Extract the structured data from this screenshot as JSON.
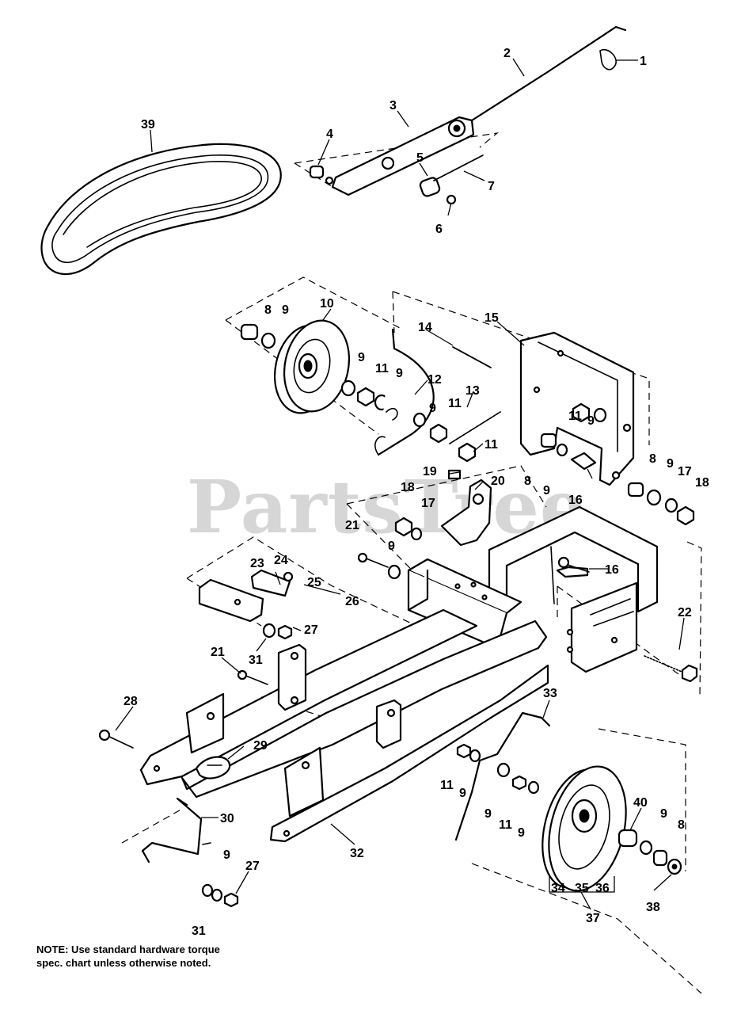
{
  "watermark": "PartsTree",
  "note": "NOTE: Use standard hardware torque spec. chart unless otherwise noted.",
  "callouts": [
    {
      "id": "c1",
      "label": "1"
    },
    {
      "id": "c2",
      "label": "2"
    },
    {
      "id": "c3",
      "label": "3"
    },
    {
      "id": "c4",
      "label": "4"
    },
    {
      "id": "c5",
      "label": "5"
    },
    {
      "id": "c6",
      "label": "6"
    },
    {
      "id": "c7",
      "label": "7"
    },
    {
      "id": "c39",
      "label": "39"
    },
    {
      "id": "c8a",
      "label": "8"
    },
    {
      "id": "c9a",
      "label": "9"
    },
    {
      "id": "c10",
      "label": "10"
    },
    {
      "id": "c14",
      "label": "14"
    },
    {
      "id": "c15",
      "label": "15"
    },
    {
      "id": "c9b",
      "label": "9"
    },
    {
      "id": "c11a",
      "label": "11"
    },
    {
      "id": "c9c",
      "label": "9"
    },
    {
      "id": "c12",
      "label": "12"
    },
    {
      "id": "c9d",
      "label": "9"
    },
    {
      "id": "c11b",
      "label": "11"
    },
    {
      "id": "c13",
      "label": "13"
    },
    {
      "id": "c11c",
      "label": "11"
    },
    {
      "id": "c11d",
      "label": "11"
    },
    {
      "id": "c9e",
      "label": "9"
    },
    {
      "id": "c8b",
      "label": "8"
    },
    {
      "id": "c9f",
      "label": "9"
    },
    {
      "id": "c16a",
      "label": "16"
    },
    {
      "id": "c8c",
      "label": "8"
    },
    {
      "id": "c9g",
      "label": "9"
    },
    {
      "id": "c17a",
      "label": "17"
    },
    {
      "id": "c18a",
      "label": "18"
    },
    {
      "id": "c19",
      "label": "19"
    },
    {
      "id": "c20",
      "label": "20"
    },
    {
      "id": "c18b",
      "label": "18"
    },
    {
      "id": "c17b",
      "label": "17"
    },
    {
      "id": "c21a",
      "label": "21"
    },
    {
      "id": "c9h",
      "label": "9"
    },
    {
      "id": "c23",
      "label": "23"
    },
    {
      "id": "c24",
      "label": "24"
    },
    {
      "id": "c25",
      "label": "25"
    },
    {
      "id": "c26",
      "label": "26"
    },
    {
      "id": "c16b",
      "label": "16"
    },
    {
      "id": "c22",
      "label": "22"
    },
    {
      "id": "c27a",
      "label": "27"
    },
    {
      "id": "c31a",
      "label": "31"
    },
    {
      "id": "c21b",
      "label": "21"
    },
    {
      "id": "c28",
      "label": "28"
    },
    {
      "id": "c29",
      "label": "29"
    },
    {
      "id": "c33",
      "label": "33"
    },
    {
      "id": "c11e",
      "label": "11"
    },
    {
      "id": "c9i",
      "label": "9"
    },
    {
      "id": "c9j",
      "label": "9"
    },
    {
      "id": "c11f",
      "label": "11"
    },
    {
      "id": "c9k",
      "label": "9"
    },
    {
      "id": "c40",
      "label": "40"
    },
    {
      "id": "c9l",
      "label": "9"
    },
    {
      "id": "c8d",
      "label": "8"
    },
    {
      "id": "c30",
      "label": "30"
    },
    {
      "id": "c32",
      "label": "32"
    },
    {
      "id": "c9m",
      "label": "9"
    },
    {
      "id": "c27b",
      "label": "27"
    },
    {
      "id": "c31b",
      "label": "31"
    },
    {
      "id": "c34",
      "label": "34"
    },
    {
      "id": "c35",
      "label": "35"
    },
    {
      "id": "c36",
      "label": "36"
    },
    {
      "id": "c37",
      "label": "37"
    },
    {
      "id": "c38",
      "label": "38"
    }
  ]
}
